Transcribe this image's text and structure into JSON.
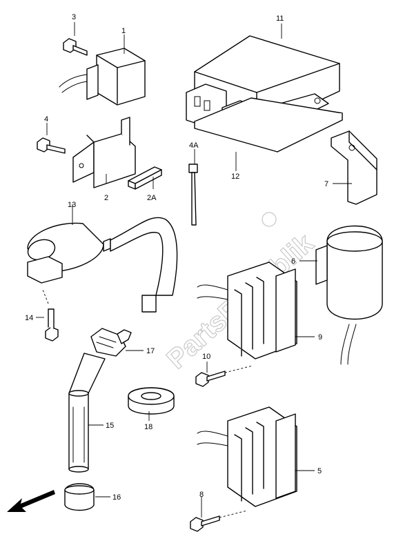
{
  "diagram": {
    "callouts": {
      "c1": "1",
      "c2": "2",
      "c2A": "2A",
      "c3": "3",
      "c4": "4",
      "c4A": "4A",
      "c5": "5",
      "c6": "6",
      "c7": "7",
      "c8": "8",
      "c9": "9",
      "c10": "10",
      "c11": "11",
      "c12": "12",
      "c13": "13",
      "c14": "14",
      "c15": "15",
      "c16": "16",
      "c17": "17",
      "c18": "18"
    },
    "watermark": "PartsRepublik",
    "front_arrow_icon": "arrow-down-left-icon"
  }
}
